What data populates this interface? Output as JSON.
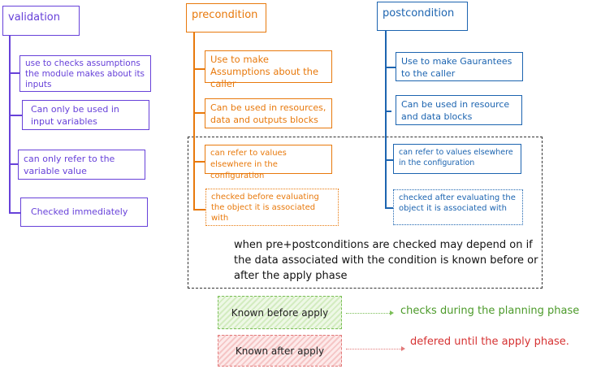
{
  "validation": {
    "title": "validation",
    "items": [
      "use to checks assumptions the module makes about its inputs",
      "Can only be used in input variables",
      "can only refer to the variable value",
      "Checked immediately"
    ]
  },
  "precondition": {
    "title": "precondition",
    "items": [
      "Use to make Assumptions about the caller",
      "Can be used in resources, data and outputs blocks",
      "can refer to values elsewhere in the configuration",
      "checked before evaluating the object it is associated with"
    ]
  },
  "postcondition": {
    "title": "postcondition",
    "items": [
      "Use to make Gaurantees to the caller",
      "Can be used in resource and data blocks",
      "can refer to values elsewhere in the configuration",
      "checked after evaluating the object it is associated with"
    ]
  },
  "note": "when pre+postconditions are checked may depend on if the data associated with the condition is known before or after the apply phase",
  "phases": [
    {
      "label": "Known before apply",
      "result": "checks during the planning phase",
      "color": "#4c9a2a"
    },
    {
      "label": "Known after apply",
      "result": "defered until the apply phase.",
      "color": "#d63333"
    }
  ],
  "colors": {
    "validation": "#6741d9",
    "precondition": "#e8790c",
    "postcondition": "#1c64b0"
  }
}
